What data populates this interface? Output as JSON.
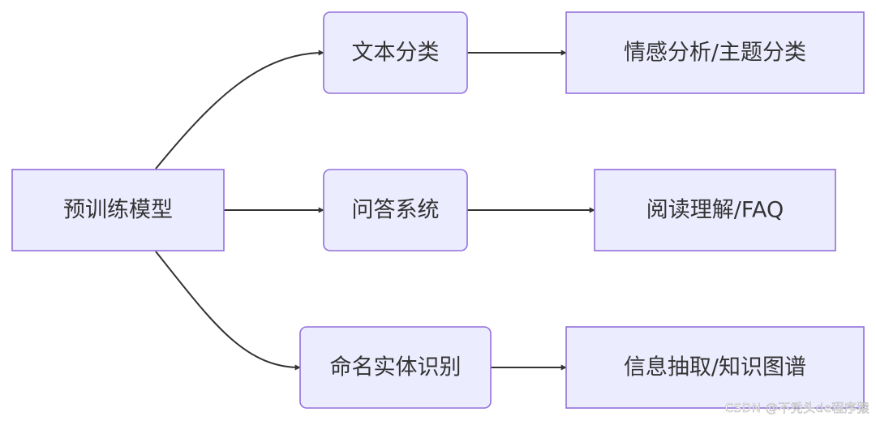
{
  "nodes": {
    "pretrained_model": "预训练模型",
    "text_classification": "文本分类",
    "qa_system": "问答系统",
    "ner": "命名实体识别",
    "sentiment_topic": "情感分析/主题分类",
    "reading_faq": "阅读理解/FAQ",
    "info_extraction_kg": "信息抽取/知识图谱"
  },
  "edges": [
    {
      "from": "pretrained_model",
      "to": "text_classification"
    },
    {
      "from": "pretrained_model",
      "to": "qa_system"
    },
    {
      "from": "pretrained_model",
      "to": "ner"
    },
    {
      "from": "text_classification",
      "to": "sentiment_topic"
    },
    {
      "from": "qa_system",
      "to": "reading_faq"
    },
    {
      "from": "ner",
      "to": "info_extraction_kg"
    }
  ],
  "colors": {
    "node_fill": "#ECECFF",
    "node_stroke": "#9370DB",
    "edge": "#333333",
    "text": "#333333"
  },
  "watermark": "CSDN @不秃头de程序猿"
}
